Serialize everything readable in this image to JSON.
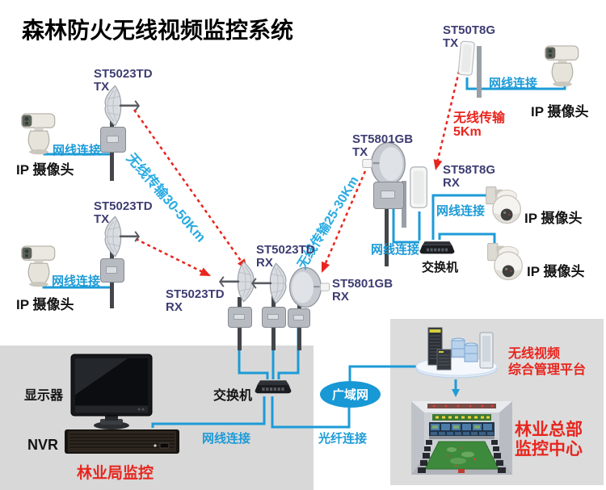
{
  "title": "森林防火无线视频监控系统",
  "colors": {
    "wire_blue": "#1D9BD7",
    "wireless_label_blue": "#29ABE2",
    "alert_red": "#E8251E",
    "model_label_navy": "#3D3D73",
    "panel_gray_left": "#D8D8D8",
    "panel_gray_right": "#DCDCDC",
    "wan_ellipse_blue": "#1898D5"
  },
  "text": {
    "ip_camera": "IP 摄像头",
    "lan_link": "网线连接",
    "fiber_link": "光纤连接",
    "switch": "交换机",
    "wan": "广域网",
    "monitor": "显示器",
    "nvr": "NVR",
    "bureau": "林业局监控",
    "platform_l1": "无线视频",
    "platform_l2": "综合管理平台",
    "hq_l1": "林业总部",
    "hq_l2": "监控中心",
    "wireless_30_50": "无线传输30-50Km",
    "wireless_25_30": "无线传输25-30Km",
    "wireless_5_l1": "无线传输",
    "wireless_5_l2": "5Km"
  },
  "devices": {
    "st5023td": "ST5023TD",
    "st5801gb": "ST5801GB",
    "st58t8g": "ST58T8G",
    "st50t8g": "ST50T8G",
    "tx": "TX",
    "rx": "RX"
  }
}
